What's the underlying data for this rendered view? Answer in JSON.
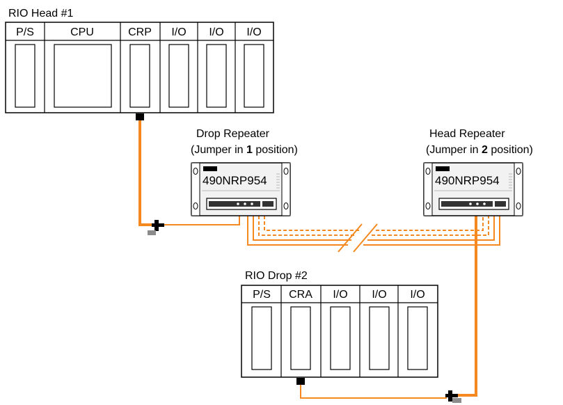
{
  "colors": {
    "cable": "#F5891F",
    "outline": "#000000",
    "connector": "#000000",
    "connector_tail": "#8C8C8C",
    "repeater_fill": "#F2F2F2",
    "slot_fill": "#FFFFFF"
  },
  "head_rack": {
    "title": "RIO Head #1",
    "slots": [
      "P/S",
      "CPU",
      "CRP",
      "I/O",
      "I/O",
      "I/O"
    ]
  },
  "drop_rack": {
    "title": "RIO Drop #2",
    "slots": [
      "P/S",
      "CRA",
      "I/O",
      "I/O",
      "I/O"
    ]
  },
  "drop_repeater": {
    "title": "Drop Repeater",
    "jumper_prefix": "(Jumper in ",
    "jumper_value": "1",
    "jumper_suffix": " position)",
    "model": "490NRP954"
  },
  "head_repeater": {
    "title": "Head Repeater",
    "jumper_prefix": "(Jumper in ",
    "jumper_value": "2",
    "jumper_suffix": " position)",
    "model": "490NRP954"
  }
}
